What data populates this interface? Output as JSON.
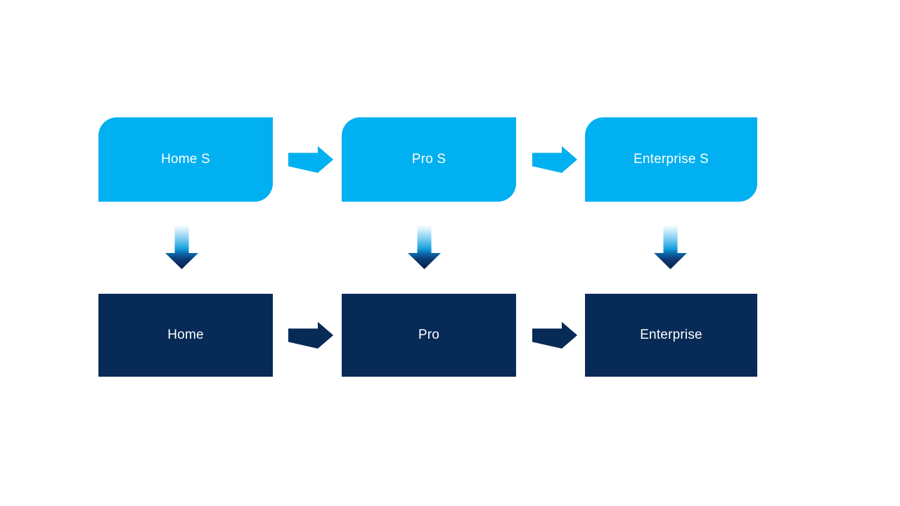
{
  "diagram": {
    "columns": [
      {
        "id": "home",
        "top_label": "Home S",
        "bottom_label": "Home"
      },
      {
        "id": "pro",
        "top_label": "Pro S",
        "bottom_label": "Pro"
      },
      {
        "id": "enterprise",
        "top_label": "Enterprise S",
        "bottom_label": "Enterprise"
      }
    ],
    "icons": {
      "right_arrow": "right-arrow-icon",
      "down_arrow": "down-arrow-icon"
    },
    "colors": {
      "top_box": "#00b0f0",
      "bottom_box": "#072a57",
      "text": "#ffffff",
      "arrow_light": "#00b0f0",
      "arrow_dark": "#072a57"
    }
  }
}
